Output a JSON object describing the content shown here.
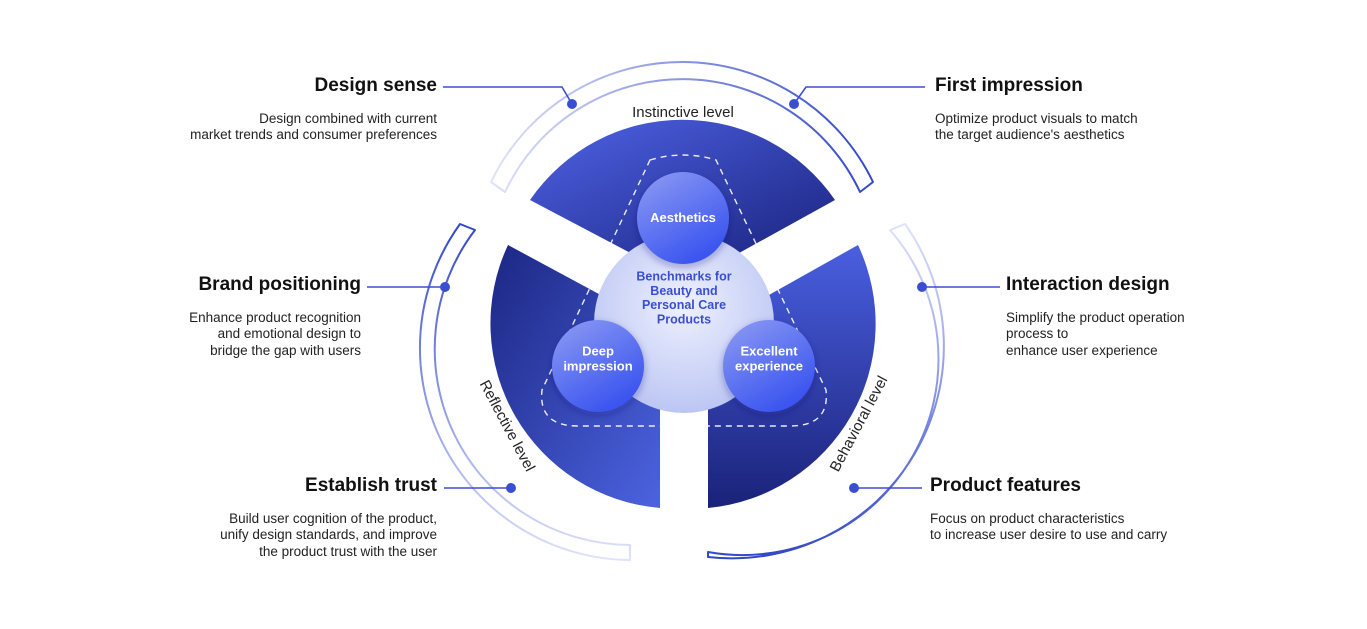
{
  "center": {
    "label": "Benchmarks for\nBeauty and\nPersonal Care\nProducts"
  },
  "pillars": {
    "aesthetics": "Aesthetics",
    "deep_impression": "Deep\nimpression",
    "excellent_experience": "Excellent\nexperience"
  },
  "levels": {
    "instinctive": "Instinctive level",
    "reflective": "Reflective level",
    "behavioral": "Behavioral level"
  },
  "callouts": {
    "design_sense": {
      "title": "Design sense",
      "desc": "Design combined with current\nmarket trends and consumer preferences"
    },
    "first_impression": {
      "title": "First impression",
      "desc": "Optimize product visuals to match\nthe target audience's aesthetics"
    },
    "brand_positioning": {
      "title": "Brand positioning",
      "desc": "Enhance product recognition\nand emotional design to\nbridge the gap with users"
    },
    "interaction_design": {
      "title": "Interaction design",
      "desc": "Simplify the product operation\nprocess to\nenhance user experience"
    },
    "establish_trust": {
      "title": "Establish trust",
      "desc": "Build user cognition of the product,\nunify design standards,  and improve\nthe product trust with the user"
    },
    "product_features": {
      "title": "Product features",
      "desc": "Focus on product characteristics\nto increase user desire to use and carry"
    }
  },
  "colors": {
    "accent": "#3a4fcf",
    "dark": "#1e2a8a",
    "pale": "#c7cff5"
  }
}
